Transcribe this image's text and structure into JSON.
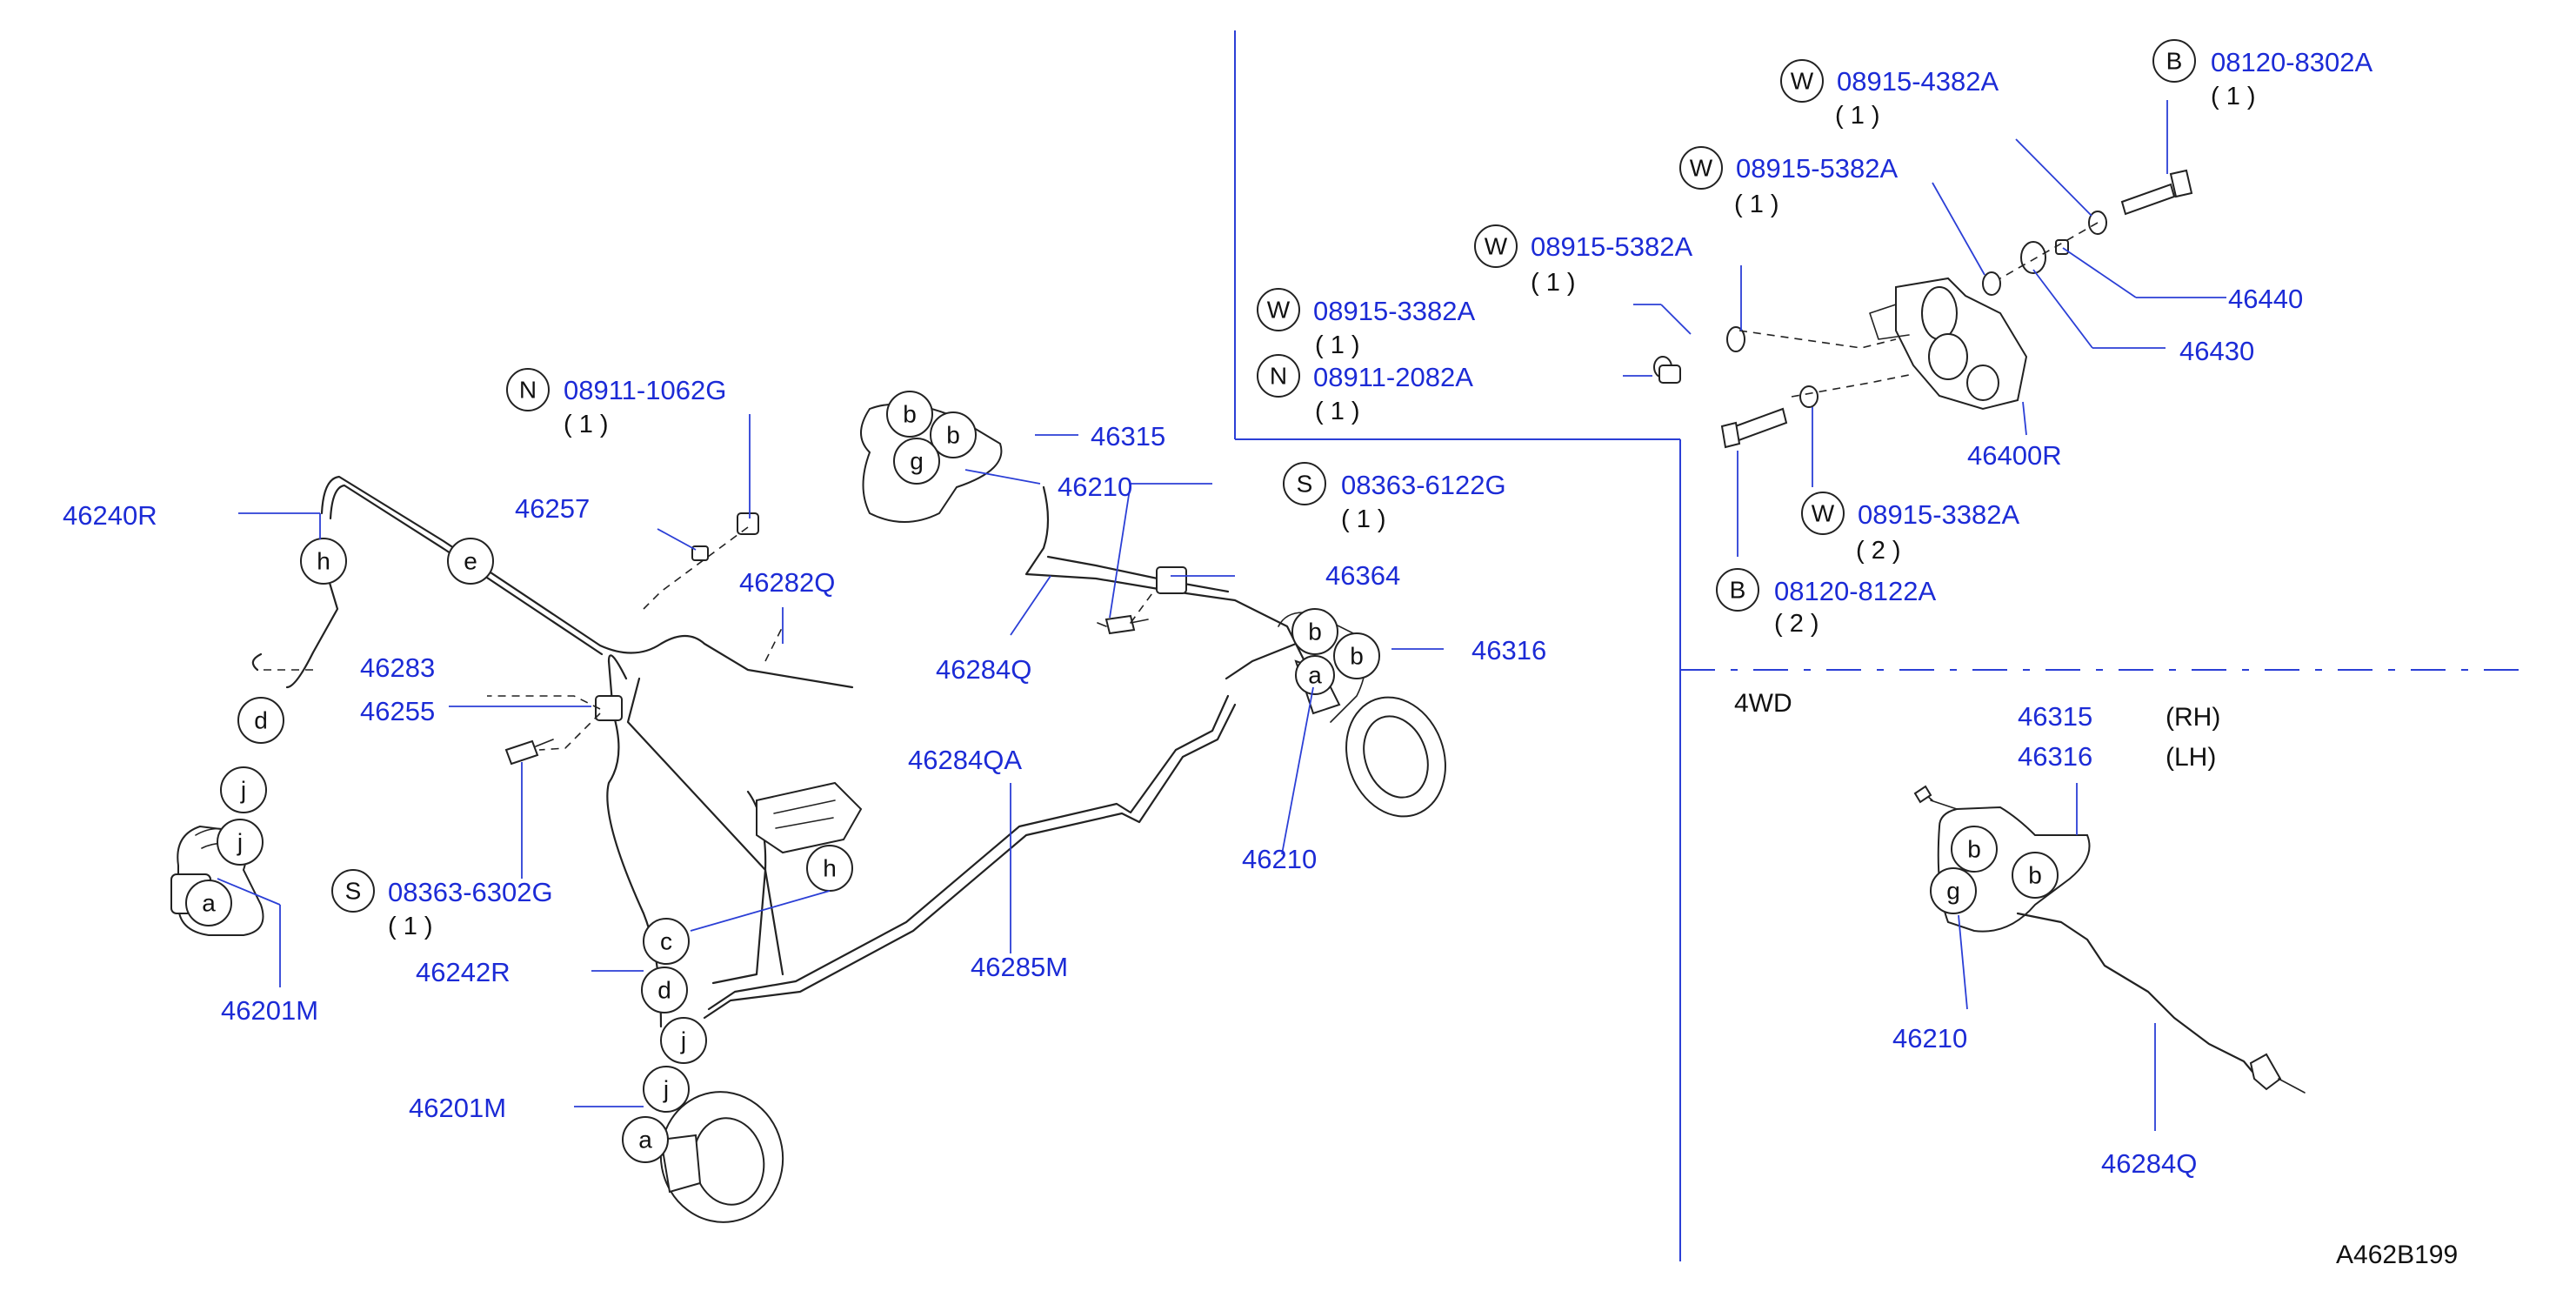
{
  "left_section": {
    "n_08911_1062G": {
      "letter": "N",
      "part": "08911-1062G",
      "qty": "( 1 )"
    },
    "p46257": "46257",
    "p46282Q": "46282Q",
    "p46240R": "46240R",
    "p46283": "46283",
    "p46255": "46255",
    "s_08363_6302G": {
      "letter": "S",
      "part": "08363-6302G",
      "qty": "( 1 )"
    },
    "p46201M_upper": "46201M",
    "p46242R": "46242R",
    "p46201M_lower": "46201M",
    "p46284QA": "46284QA",
    "p46285M": "46285M",
    "p46284Q": "46284Q",
    "p46315": "46315",
    "p46210_upper": "46210",
    "s_08363_6122G": {
      "letter": "S",
      "part": "08363-6122G",
      "qty": "( 1 )"
    },
    "p46364": "46364",
    "p46316": "46316",
    "p46210_lower": "46210"
  },
  "top_right_section": {
    "w_08915_4382A": {
      "letter": "W",
      "part": "08915-4382A",
      "qty": "( 1 )"
    },
    "b_08120_8302A": {
      "letter": "B",
      "part": "08120-8302A",
      "qty": "( 1 )"
    },
    "w_08915_5382A_a": {
      "letter": "W",
      "part": "08915-5382A",
      "qty": "( 1 )"
    },
    "w_08915_5382A_b": {
      "letter": "W",
      "part": "08915-5382A",
      "qty": "( 1 )"
    },
    "w_08915_3382A_a": {
      "letter": "W",
      "part": "08915-3382A",
      "qty": "( 1 )"
    },
    "n_08911_2082A": {
      "letter": "N",
      "part": "08911-2082A",
      "qty": "( 1 )"
    },
    "p46440": "46440",
    "p46430": "46430",
    "p46400R": "46400R",
    "w_08915_3382A_b": {
      "letter": "W",
      "part": "08915-3382A",
      "qty": "( 2 )"
    },
    "b_08120_8122A": {
      "letter": "B",
      "part": "08120-8122A",
      "qty": "( 2 )"
    }
  },
  "bottom_right_section": {
    "variant": "4WD",
    "p46315": "46315",
    "rh": "(RH)",
    "p46316": "46316",
    "lh": "(LH)",
    "p46210": "46210",
    "p46284Q": "46284Q"
  },
  "diagram_code": "A462B199",
  "connectors": {
    "a": "a",
    "b": "b",
    "c": "c",
    "d": "d",
    "e": "e",
    "g": "g",
    "h": "h",
    "j": "j"
  },
  "colors": {
    "label_blue": "#1c2bd6",
    "line": "#222222",
    "leader_blue": "#2b3fd6"
  }
}
